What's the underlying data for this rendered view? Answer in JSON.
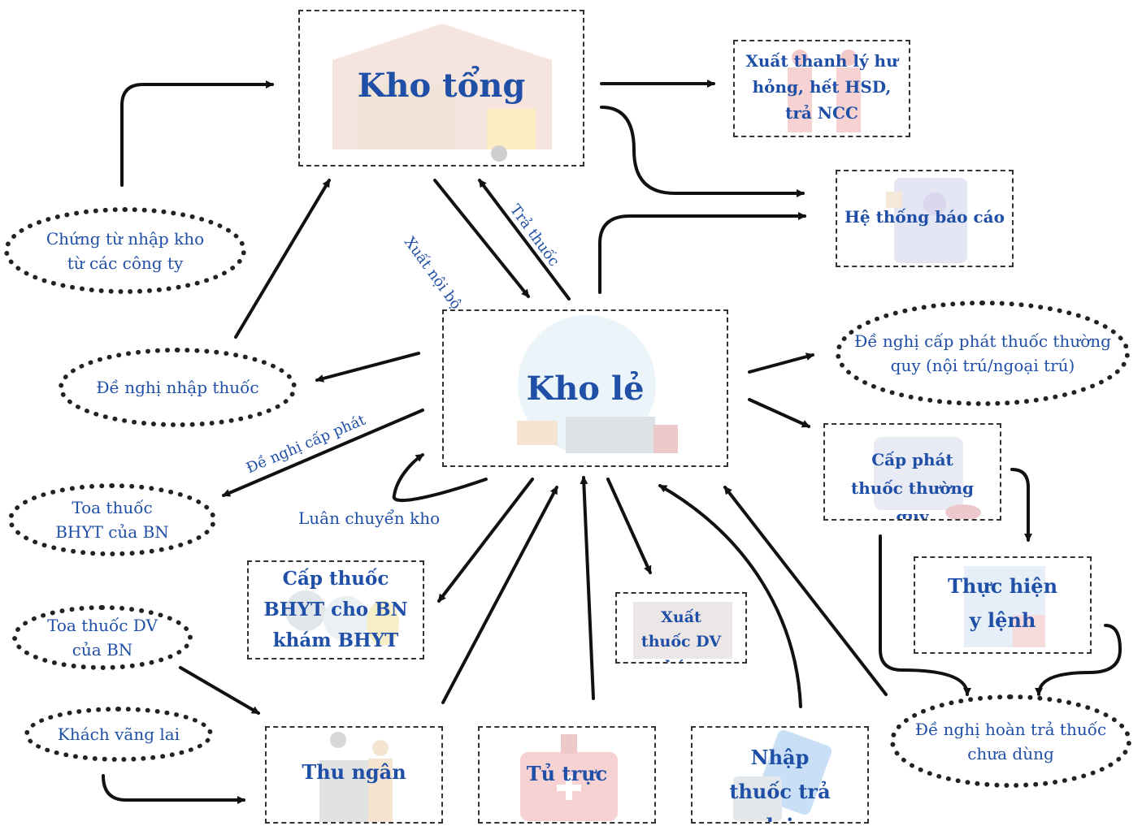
{
  "colors": {
    "text": "#1f4fa6",
    "arrow": "#111111",
    "border": "#333333"
  },
  "nodes": {
    "kho_tong": "Kho tổng",
    "kho_le": "Kho lẻ",
    "xuat_thanh_ly": "Xuất thanh lý hư hỏng, hết HSD, trả NCC",
    "he_thong_bao_cao": "Hệ thống báo cáo",
    "chung_tu_nhap": "Chứng từ nhập kho từ các công ty",
    "de_nghi_nhap": "Đề nghị nhập thuốc",
    "toa_bhyt": "Toa thuốc BHYT của BN",
    "toa_dv": "Toa thuốc DV của BN",
    "khach_vang_lai": "Khách vãng lai",
    "cap_thuoc_bhyt": "Cấp thuốc BHYT cho BN khám BHYT",
    "thu_ngan": "Thu ngân",
    "tu_truc": "Tủ trực",
    "nhap_tra_lai": "Nhập thuốc trả lại",
    "xuat_dv_ban": "Xuất thuốc DV bán",
    "de_nghi_cap_phat_tq": "Đề nghị cấp phát thuốc thường quy (nội trú/ngoại trú)",
    "cap_phat_tq": "Cấp phát thuốc thường quy",
    "thuc_hien_y_lenh": "Thực hiện y lệnh",
    "de_nghi_hoan_tra": "Đề nghị hoàn trả thuốc chưa dùng"
  },
  "edge_labels": {
    "xuat_noi_bo": "Xuất nội bộ",
    "tra_thuoc": "Trả thuốc",
    "de_nghi_cap_phat": "Đề nghị cấp phát",
    "luan_chuyen_kho": "Luân chuyển kho"
  }
}
